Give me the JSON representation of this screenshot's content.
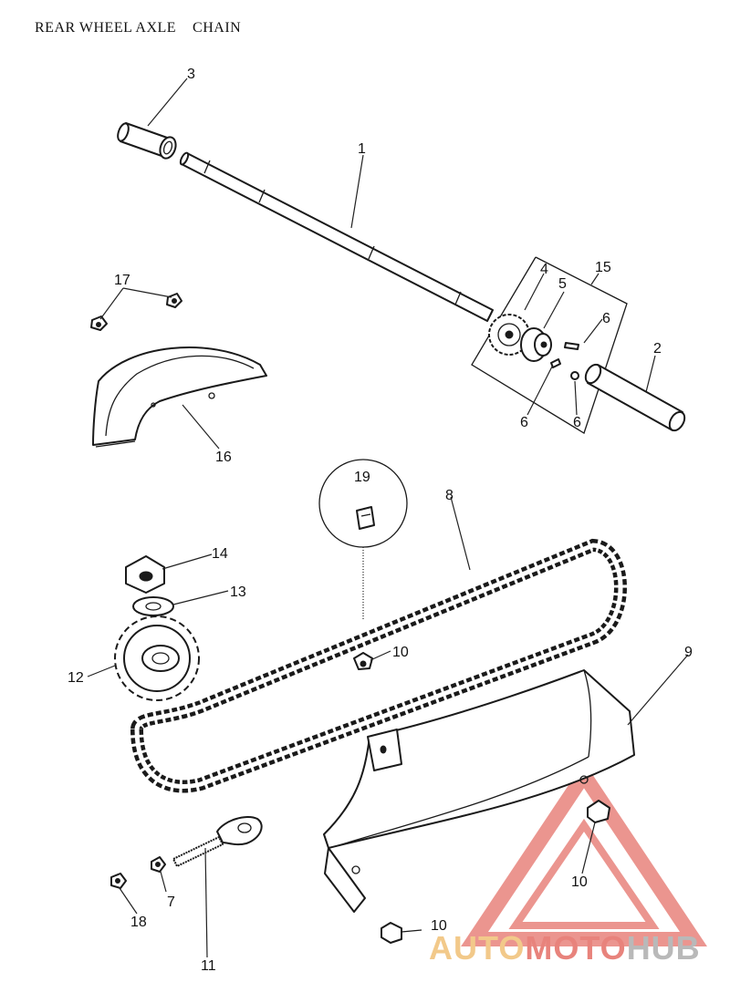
{
  "title": "REAR WHEEL AXLE    CHAIN",
  "callouts": [
    {
      "id": "c3",
      "text": "3"
    },
    {
      "id": "c1",
      "text": "1"
    },
    {
      "id": "c15",
      "text": "15"
    },
    {
      "id": "c4",
      "text": "4"
    },
    {
      "id": "c5",
      "text": "5"
    },
    {
      "id": "c6a",
      "text": "6"
    },
    {
      "id": "c2",
      "text": "2"
    },
    {
      "id": "c6b",
      "text": "6"
    },
    {
      "id": "c6c",
      "text": "6"
    },
    {
      "id": "c17",
      "text": "17"
    },
    {
      "id": "c16",
      "text": "16"
    },
    {
      "id": "c19",
      "text": "19"
    },
    {
      "id": "c8",
      "text": "8"
    },
    {
      "id": "c14",
      "text": "14"
    },
    {
      "id": "c13",
      "text": "13"
    },
    {
      "id": "c12",
      "text": "12"
    },
    {
      "id": "c10a",
      "text": "10"
    },
    {
      "id": "c9",
      "text": "9"
    },
    {
      "id": "c10b",
      "text": "10"
    },
    {
      "id": "c18",
      "text": "18"
    },
    {
      "id": "c7",
      "text": "7"
    },
    {
      "id": "c10c",
      "text": "10"
    },
    {
      "id": "c11",
      "text": "11"
    }
  ],
  "watermark": {
    "part1": "AUTO",
    "part2": "MOTO",
    "part3": "HUB",
    "color_light": "#f2c98a",
    "color_red": "#e8837c",
    "color_gray": "#b9b9b9"
  }
}
